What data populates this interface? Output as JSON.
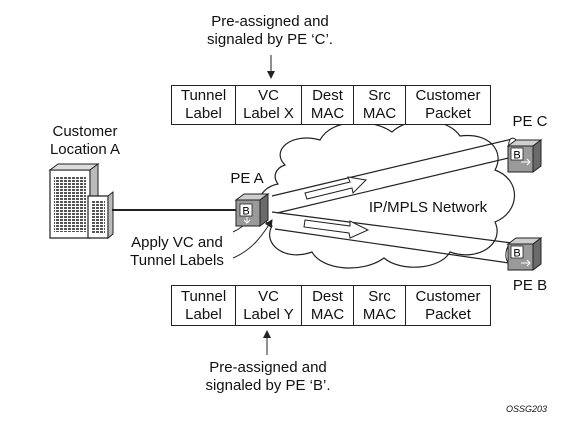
{
  "top_note": {
    "line1": "Pre-assigned and",
    "line2": "signaled by PE ‘C’."
  },
  "bottom_note": {
    "line1": "Pre-assigned and",
    "line2": "signaled by PE ‘B’."
  },
  "top_header": [
    [
      "Tunnel",
      "Label"
    ],
    [
      "VC",
      "Label X"
    ],
    [
      "Dest",
      "MAC"
    ],
    [
      "Src",
      "MAC"
    ],
    [
      "Customer",
      "Packet"
    ]
  ],
  "bottom_header": [
    [
      "Tunnel",
      "Label"
    ],
    [
      "VC",
      "Label Y"
    ],
    [
      "Dest",
      "MAC"
    ],
    [
      "Src",
      "MAC"
    ],
    [
      "Customer",
      "Packet"
    ]
  ],
  "customer": {
    "line1": "Customer",
    "line2": "Location A"
  },
  "pe_a": "PE A",
  "pe_b": "PE B",
  "pe_c": "PE C",
  "router_letter": "B",
  "network": "IP/MPLS Network",
  "apply": {
    "line1": "Apply VC and",
    "line2": "Tunnel Labels"
  },
  "figure_id": "OSSG203"
}
